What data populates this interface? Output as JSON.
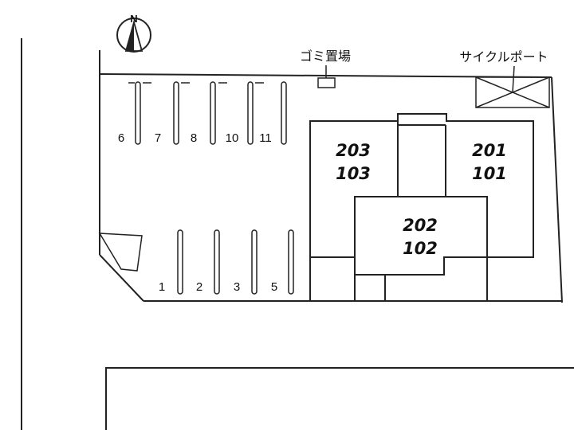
{
  "compass": {
    "letter": "N"
  },
  "labels": {
    "garbage": "ゴミ置場",
    "cycle_port": "サイクルポート"
  },
  "parking": {
    "upper_row": [
      "6",
      "7",
      "8",
      "10",
      "11"
    ],
    "lower_row": [
      "1",
      "2",
      "3",
      "5"
    ]
  },
  "units": {
    "west": [
      "203",
      "103"
    ],
    "east": [
      "201",
      "101"
    ],
    "center": [
      "202",
      "102"
    ]
  }
}
